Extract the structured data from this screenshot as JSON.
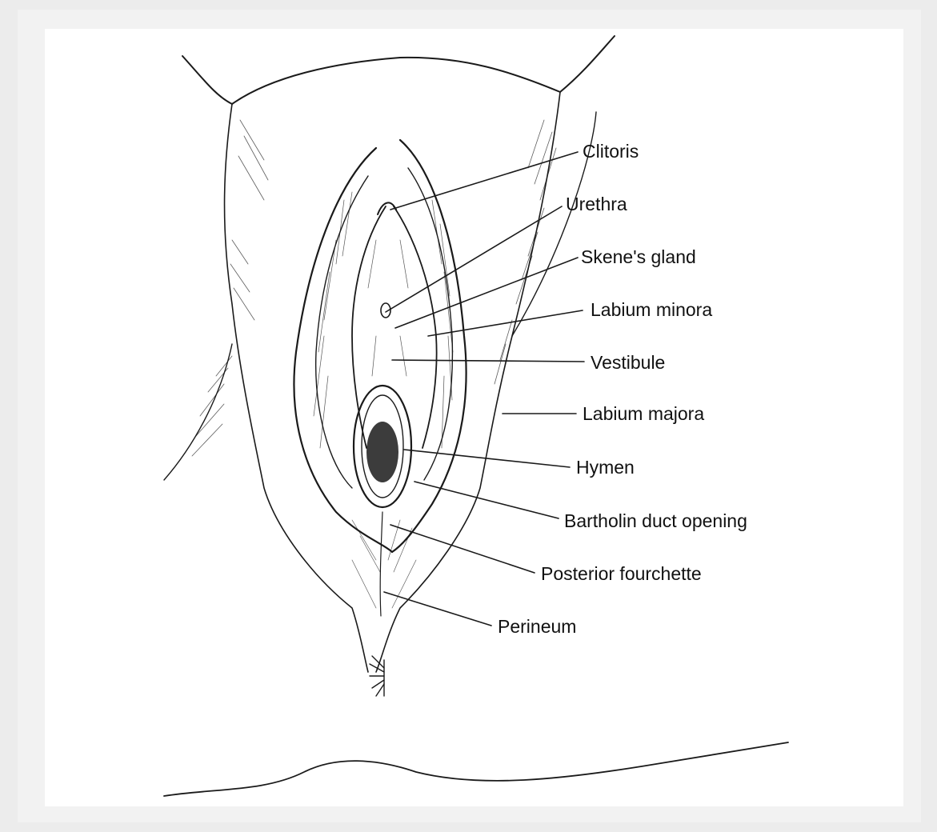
{
  "diagram": {
    "labels": {
      "clitoris": "Clitoris",
      "urethra": "Urethra",
      "skenes_gland": "Skene's gland",
      "labium_minora": "Labium minora",
      "vestibule": "Vestibule",
      "labium_majora": "Labium majora",
      "hymen": "Hymen",
      "bartholin_duct_opening": "Bartholin duct opening",
      "posterior_fourchette": "Posterior fourchette",
      "perineum": "Perineum"
    },
    "line_color": "#1a1a1a",
    "background_color": "#ffffff"
  }
}
